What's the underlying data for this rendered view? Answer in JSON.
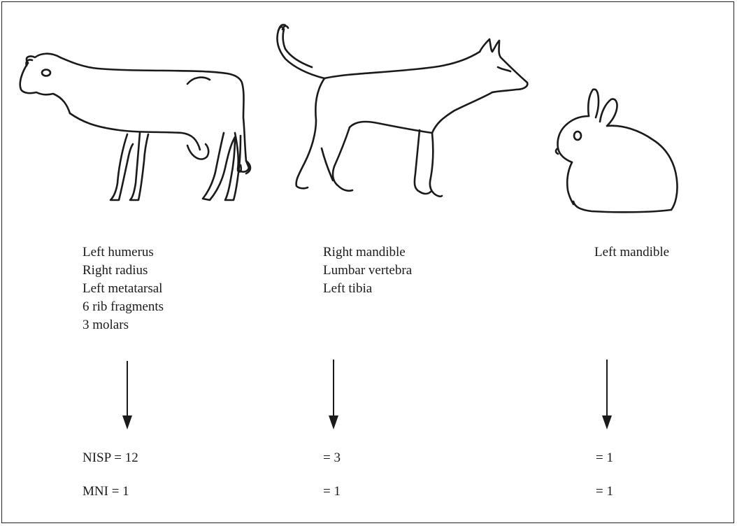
{
  "animals": [
    {
      "name": "cow",
      "icon": "cow-icon",
      "bones": [
        "Left humerus",
        "Right radius",
        "Left metatarsal",
        "6 rib fragments",
        "3 molars"
      ],
      "nisp_text": "NISP = 12",
      "mni_text": "MNI = 1"
    },
    {
      "name": "dog",
      "icon": "dog-icon",
      "bones": [
        "Right mandible",
        "Lumbar vertebra",
        "Left tibia"
      ],
      "nisp_text": "= 3",
      "mni_text": "= 1"
    },
    {
      "name": "rabbit",
      "icon": "rabbit-icon",
      "bones": [
        "Left mandible"
      ],
      "nisp_text": "= 1",
      "mni_text": "= 1"
    }
  ]
}
